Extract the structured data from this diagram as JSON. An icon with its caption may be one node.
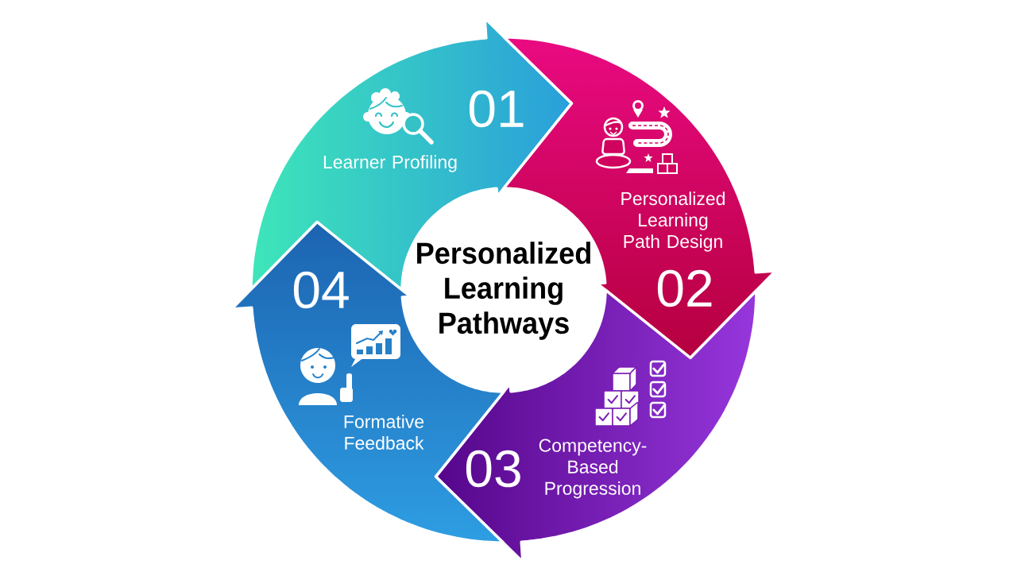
{
  "diagram": {
    "title": "Personalized Learning Pathways",
    "nodes": [
      {
        "text": [
          "01",
          "Learner Profiling"
        ]
      },
      {
        "text": [
          "Personalized Learning Path Design",
          "02"
        ]
      },
      {
        "text": [
          "03",
          "Competency-Based Progression"
        ]
      },
      {
        "text": [
          "04",
          "Formative Feedback"
        ]
      }
    ]
  }
}
